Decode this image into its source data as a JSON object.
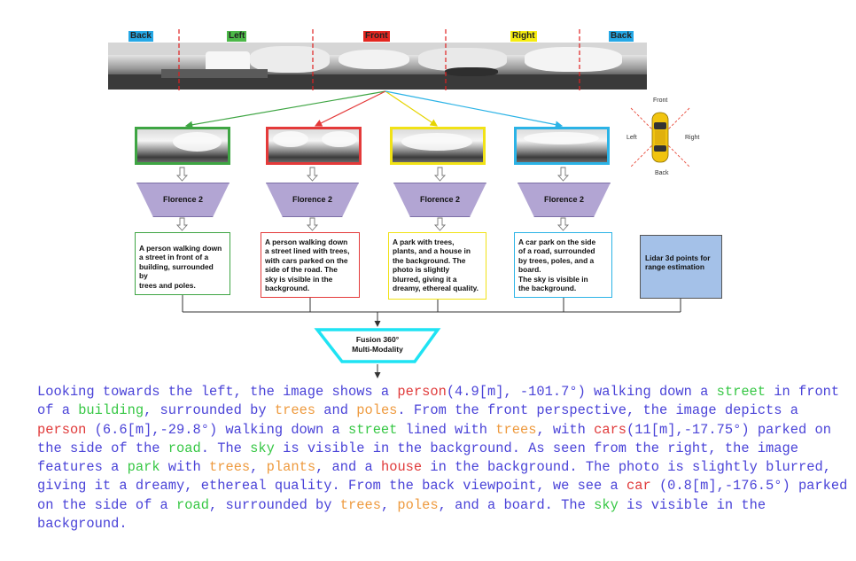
{
  "directions": [
    {
      "label": "Back",
      "bg": "#25a8e6"
    },
    {
      "label": "Left",
      "bg": "#4cb848"
    },
    {
      "label": "Front",
      "bg": "#e3261f"
    },
    {
      "label": "Right",
      "bg": "#f5ec0f"
    },
    {
      "label": "Back",
      "bg": "#25a8e6"
    }
  ],
  "views": [
    {
      "name": "left",
      "color": "#3ea543",
      "model": "Florence 2",
      "caption": "A person walking down\na street in front of a\nbuilding, surrounded\nby\ntrees and poles."
    },
    {
      "name": "front",
      "color": "#e43a3a",
      "model": "Florence 2",
      "caption": "A person walking down\na street lined with trees,\nwith cars parked on the\nside of the road. The\nsky is visible in the\nbackground."
    },
    {
      "name": "right",
      "color": "#f1e216",
      "model": "Florence 2",
      "caption": "A  park with trees,\nplants, and a house in\nthe background. The\nphoto is slightly\nblurred, giving it a\ndreamy, ethereal quality."
    },
    {
      "name": "back",
      "color": "#2bb3e6",
      "model": "Florence 2",
      "caption": "A car park on the side\nof  a road, surrounded\nby trees, poles, and a\nboard.\nThe sky is visible in\nthe background."
    }
  ],
  "lidar": {
    "text": "Lidar 3d points for\nrange estimation",
    "bg": "#a4c1e8"
  },
  "fusion": {
    "text": "Fusion 360°\nMulti-Modality",
    "border": "#1fe3f3"
  },
  "orientation": {
    "front": "Front",
    "back": "Back",
    "left": "Left",
    "right": "Right",
    "car_color": "#f1c40f"
  },
  "paragraph": [
    {
      "t": "Looking towards the left, the image shows a "
    },
    {
      "t": "person",
      "c": "red"
    },
    {
      "t": "(4.9[m], -101.7°) walking down a "
    },
    {
      "t": "street",
      "c": "green"
    },
    {
      "t": " in front of a "
    },
    {
      "t": "building",
      "c": "green"
    },
    {
      "t": ", surrounded by "
    },
    {
      "t": "trees",
      "c": "orange"
    },
    {
      "t": " and "
    },
    {
      "t": "poles",
      "c": "orange"
    },
    {
      "t": ".  From the front perspective, the image depicts a "
    },
    {
      "t": "person",
      "c": "red"
    },
    {
      "t": " (6.6[m],-29.8°) walking down a "
    },
    {
      "t": "street",
      "c": "green"
    },
    {
      "t": " lined with "
    },
    {
      "t": "trees",
      "c": "orange"
    },
    {
      "t": ", with "
    },
    {
      "t": "cars",
      "c": "red"
    },
    {
      "t": "(11[m],-17.75°) parked on the side of the "
    },
    {
      "t": "road",
      "c": "green"
    },
    {
      "t": ".  The "
    },
    {
      "t": "sky",
      "c": "green"
    },
    {
      "t": " is visible in the background.  As seen from the right, the image features a "
    },
    {
      "t": "park",
      "c": "green"
    },
    {
      "t": " with "
    },
    {
      "t": "trees",
      "c": "orange"
    },
    {
      "t": ", "
    },
    {
      "t": "plants",
      "c": "orange"
    },
    {
      "t": ", and a "
    },
    {
      "t": "house",
      "c": "red"
    },
    {
      "t": " in the background.  The photo is slightly blurred, giving it a dreamy, ethereal quality.  From the back viewpoint, we see a "
    },
    {
      "t": "car",
      "c": "red"
    },
    {
      "t": " (0.8[m],-176.5°) parked on the side of a "
    },
    {
      "t": "road",
      "c": "green"
    },
    {
      "t": ", surrounded by "
    },
    {
      "t": "trees",
      "c": "orange"
    },
    {
      "t": ", "
    },
    {
      "t": "poles",
      "c": "orange"
    },
    {
      "t": ", and a board.  The "
    },
    {
      "t": "sky",
      "c": "green"
    },
    {
      "t": " is visible in the background."
    }
  ]
}
